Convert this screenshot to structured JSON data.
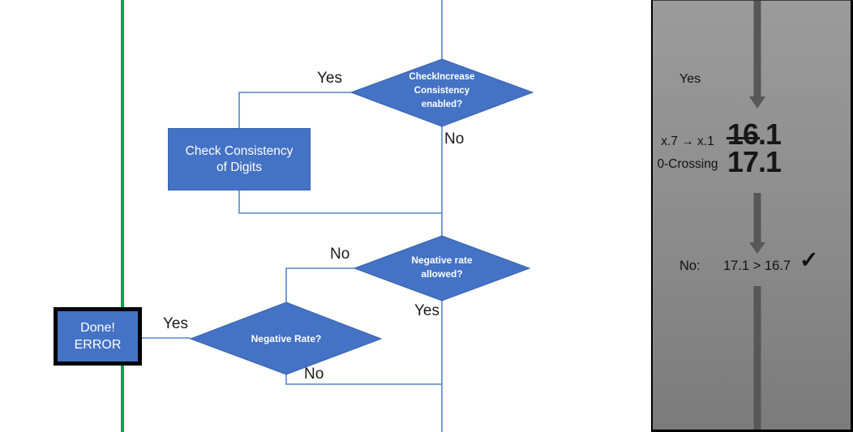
{
  "flowchart": {
    "decision_check_increase": {
      "lines": [
        "CheckIncrease",
        "Consistency",
        "enabled?"
      ],
      "yes_label": "Yes",
      "no_label": "No"
    },
    "process_check_consistency": {
      "lines": [
        "Check Consistency",
        "of Digits"
      ]
    },
    "decision_negative_rate_allowed": {
      "lines": [
        "Negative rate",
        "allowed?"
      ],
      "no_label": "No",
      "yes_label": "Yes"
    },
    "decision_negative_rate": {
      "lines": [
        "Negative Rate?"
      ],
      "yes_label": "Yes",
      "no_label": "No"
    },
    "terminator_done_error": {
      "lines": [
        "Done!",
        "ERROR"
      ]
    }
  },
  "panel": {
    "yes_label": "Yes",
    "rule": {
      "line1": "x.7 → x.1",
      "line2": "0-Crossing"
    },
    "old_value": {
      "struck": "16",
      "rest": ".1"
    },
    "new_value": "17.1",
    "result": {
      "no_label": "No:",
      "comparison": "17.1 > 16.7",
      "check": "✓"
    }
  },
  "colors": {
    "shape_fill": "#4472c4",
    "shape_border": "#3a62ac",
    "connector": "#5585c8",
    "guide_green": "#00a651",
    "arrow_gray": "#575757",
    "panel_gray_top": "#9b9b9b",
    "panel_gray_bottom": "#7b7b7b"
  }
}
